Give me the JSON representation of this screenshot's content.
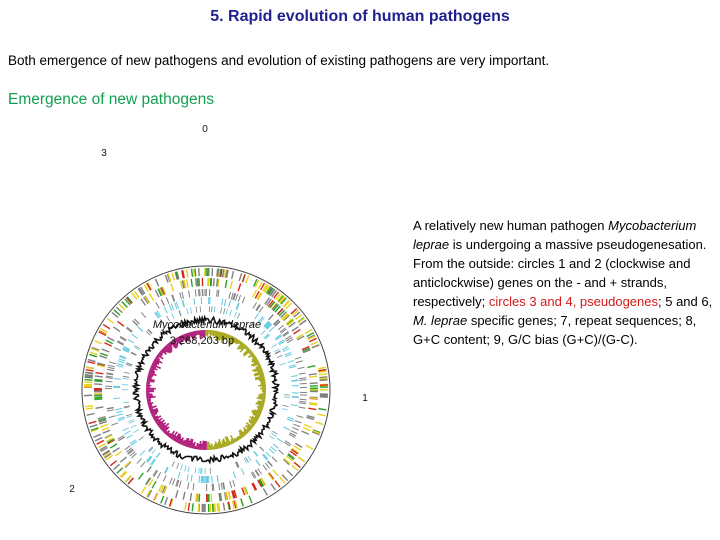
{
  "slide": {
    "title": "5. Rapid evolution of human pathogens",
    "subtitle": "Both emergence of new pathogens and evolution of existing pathogens are very important.",
    "section_heading": "Emergence of new pathogens"
  },
  "figure": {
    "organism": "Mycobacterium leprae",
    "genome_size": "3,268,203 bp",
    "position_markers": [
      "0",
      "1",
      "2",
      "3"
    ],
    "colors": {
      "gene_yellow": "#e8d21c",
      "gene_green": "#2aa02a",
      "gene_red": "#d8241c",
      "gene_gray": "#808080",
      "pseudogene_cyan": "#5fc8e0",
      "gc_content": "#111111",
      "gc_bias_magenta": "#b0207a",
      "gc_bias_olive": "#a8a820"
    }
  },
  "caption": {
    "intro": "A relatively new human pathogen ",
    "organism": "Mycobacterium leprae",
    "part1": " is undergoing a massive pseudogenesation. From the outside: circles 1 and 2 (clockwise and anticlockwise) genes on the - and + strands, respectively; ",
    "highlight": "circles 3 and 4, pseudogenes",
    "part2": "; 5 and 6, ",
    "organism_short": "M. leprae",
    "part3": " specific genes; 7, repeat sequences; 8, G+C content; 9, G/C bias (G+C)/(G-C)."
  }
}
